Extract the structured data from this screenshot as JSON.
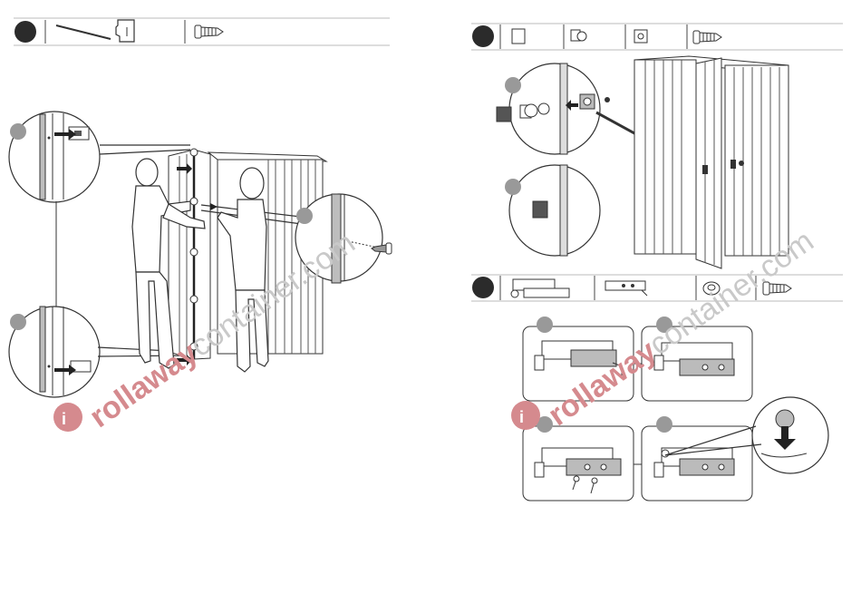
{
  "document": {
    "page_left": {
      "step_header": {
        "parts": [
          "rod",
          "door-panel",
          "screw"
        ]
      }
    },
    "page_right": {
      "step_header_top": {
        "parts": [
          "square-cap",
          "latch-bracket",
          "lock-plate",
          "screw"
        ]
      },
      "step_header_bottom": {
        "parts": [
          "rail-assembly",
          "hinge-bracket",
          "nut",
          "screw"
        ]
      }
    },
    "watermark": {
      "brand_bold": "rollaway",
      "brand_light": "container.com"
    },
    "colors": {
      "line": "#3a3a3a",
      "fill_dark": "#2b2b2b",
      "fill_mid": "#9a9a9a",
      "watermark_red": "#d58a8e",
      "watermark_grey": "#c9c9c9"
    }
  }
}
